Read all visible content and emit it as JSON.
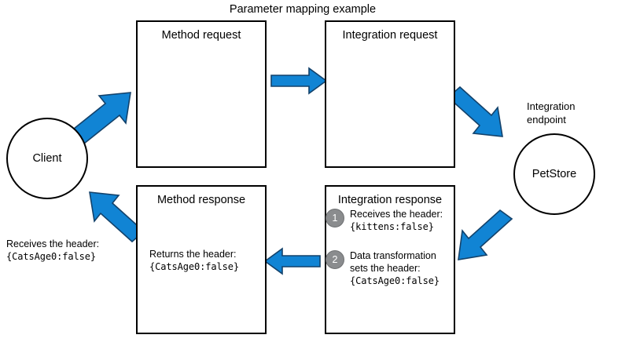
{
  "title": "Parameter mapping example",
  "boxes": {
    "method_request": {
      "title": "Method request"
    },
    "integration_request": {
      "title": "Integration request"
    },
    "method_response": {
      "title": "Method response",
      "body_label": "Returns the header:",
      "body_value": "{CatsAge0:false}"
    },
    "integration_response": {
      "title": "Integration response",
      "steps": [
        {
          "number": "1",
          "label": "Receives the header:",
          "value": "{kittens:false}"
        },
        {
          "number": "2",
          "label_line1": "Data transformation",
          "label_line2": "sets the header:",
          "value": "{CatsAge0:false}"
        }
      ]
    }
  },
  "nodes": {
    "client": {
      "label": "Client"
    },
    "petstore": {
      "label": "PetStore",
      "caption": "Integration\nendpoint"
    }
  },
  "annotations": {
    "client_receives_label": "Receives the header:",
    "client_receives_value": "{CatsAge0:false}"
  },
  "arrows": [
    {
      "name": "client-to-method-request",
      "direction": "up-right"
    },
    {
      "name": "method-request-to-integration-request",
      "direction": "right"
    },
    {
      "name": "integration-request-to-endpoint",
      "direction": "down-right"
    },
    {
      "name": "endpoint-to-integration-response",
      "direction": "down-left"
    },
    {
      "name": "integration-response-to-method-response",
      "direction": "left"
    },
    {
      "name": "method-response-to-client",
      "direction": "up-left"
    }
  ],
  "colors": {
    "arrow_fill": "#1184d4",
    "arrow_stroke": "#13426b",
    "stroke": "#000000",
    "badge_fill": "#8a8c8e",
    "background": "#ffffff"
  }
}
